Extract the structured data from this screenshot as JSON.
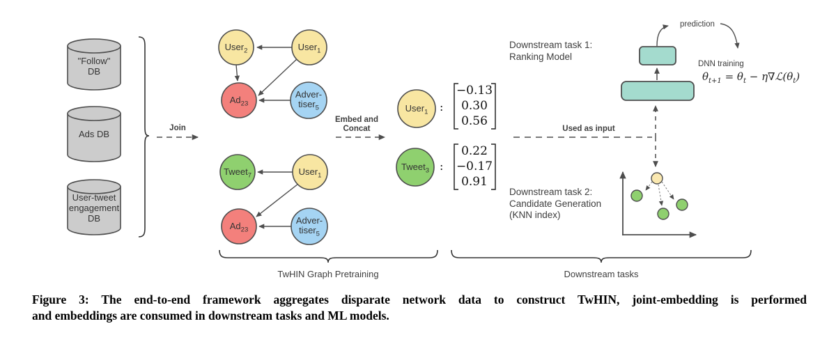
{
  "databases": {
    "items": [
      {
        "lines": [
          "\"Follow\"",
          "DB"
        ]
      },
      {
        "lines": [
          "Ads DB"
        ]
      },
      {
        "lines": [
          "User-tweet",
          "engagement",
          "DB"
        ]
      }
    ]
  },
  "join_label": "Join",
  "graph": {
    "top": {
      "user2": {
        "text": "User",
        "sub": "2"
      },
      "user1": {
        "text": "User",
        "sub": "1"
      },
      "ad23": {
        "text": "Ad",
        "sub": "23"
      },
      "advertiser5": {
        "line1": "Adver-",
        "line2": "tiser",
        "sub": "5"
      }
    },
    "bottom": {
      "tweet7": {
        "text": "Tweet",
        "sub": "7"
      },
      "user1": {
        "text": "User",
        "sub": "1"
      },
      "ad23": {
        "text": "Ad",
        "sub": "23"
      },
      "advertiser5": {
        "line1": "Adver-",
        "line2": "tiser",
        "sub": "5"
      }
    },
    "brace_label": "TwHIN Graph Pretraining"
  },
  "embed": {
    "arrow_label_lines": [
      "Embed and",
      "Concat"
    ],
    "user1": {
      "text": "User",
      "sub": "1"
    },
    "tweet3": {
      "text": "Tweet",
      "sub": "3"
    },
    "colon": ":",
    "user1_vector": [
      "−0.13",
      "0.30",
      "0.56"
    ],
    "tweet3_vector": [
      "0.22",
      "−0.17",
      "0.91"
    ]
  },
  "downstream": {
    "used_as_input": "Used as input",
    "task1_lines": [
      "Downstream task 1:",
      "Ranking Model"
    ],
    "prediction": "prediction",
    "dnn_training": "DNN training",
    "formula": {
      "p1": "θ",
      "s1": "t+1",
      "p2": " = θ",
      "s2": "t",
      "p3": " − η∇ℒ(θ",
      "s3": "t",
      "p4": ")"
    },
    "task2_lines": [
      "Downstream task 2:",
      "Candidate Generation",
      "(KNN index)"
    ],
    "brace_label": "Downstream tasks"
  },
  "caption": {
    "line1": "Figure 3: The end-to-end framework aggregates disparate network data to construct TwHIN, joint-embedding is performed",
    "line2": "and embeddings are consumed in downstream tasks and ML models."
  },
  "colors": {
    "user_node": "#F8E6A2",
    "ad_node": "#F3807C",
    "advertiser_node": "#A5D4F3",
    "tweet_node": "#8FD06F",
    "db_fill": "#CCCCCC",
    "model_box": "#A4DBCE",
    "knn_query_dot": "#FAE8B0",
    "line": "#4D4D4D"
  }
}
